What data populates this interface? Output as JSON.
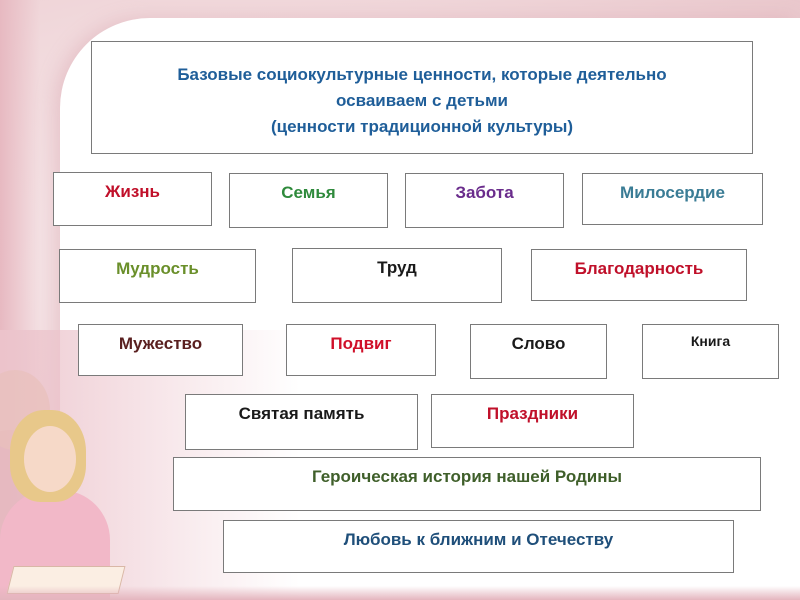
{
  "title": {
    "line1": "Базовые социокультурные ценности, которые деятельно",
    "line2": "осваиваем с детьми",
    "line3": "(ценности традиционной  культуры)"
  },
  "values": [
    {
      "label": "Жизнь",
      "color": "#c0102a"
    },
    {
      "label": "Семья",
      "color": "#2f8a3c"
    },
    {
      "label": "Забота",
      "color": "#6a2c8c"
    },
    {
      "label": "Милосердие",
      "color": "#3a7c95"
    },
    {
      "label": "Мудрость",
      "color": "#6a8f2a"
    },
    {
      "label": "Труд",
      "color": "#1a1a1a"
    },
    {
      "label": "Благодарность",
      "color": "#c0102a"
    },
    {
      "label": "Мужество",
      "color": "#5a2020"
    },
    {
      "label": "Подвиг",
      "color": "#d0102a"
    },
    {
      "label": "Слово",
      "color": "#1a1a1a"
    },
    {
      "label": "Книга",
      "color": "#1a1a1a"
    },
    {
      "label": "Святая память",
      "color": "#1a1a1a"
    },
    {
      "label": "Праздники",
      "color": "#c0102a"
    },
    {
      "label": "Героическая история нашей Родины",
      "color": "#3f5f2a"
    },
    {
      "label": "Любовь к ближним и Отечеству",
      "color": "#1f4f7a"
    }
  ]
}
